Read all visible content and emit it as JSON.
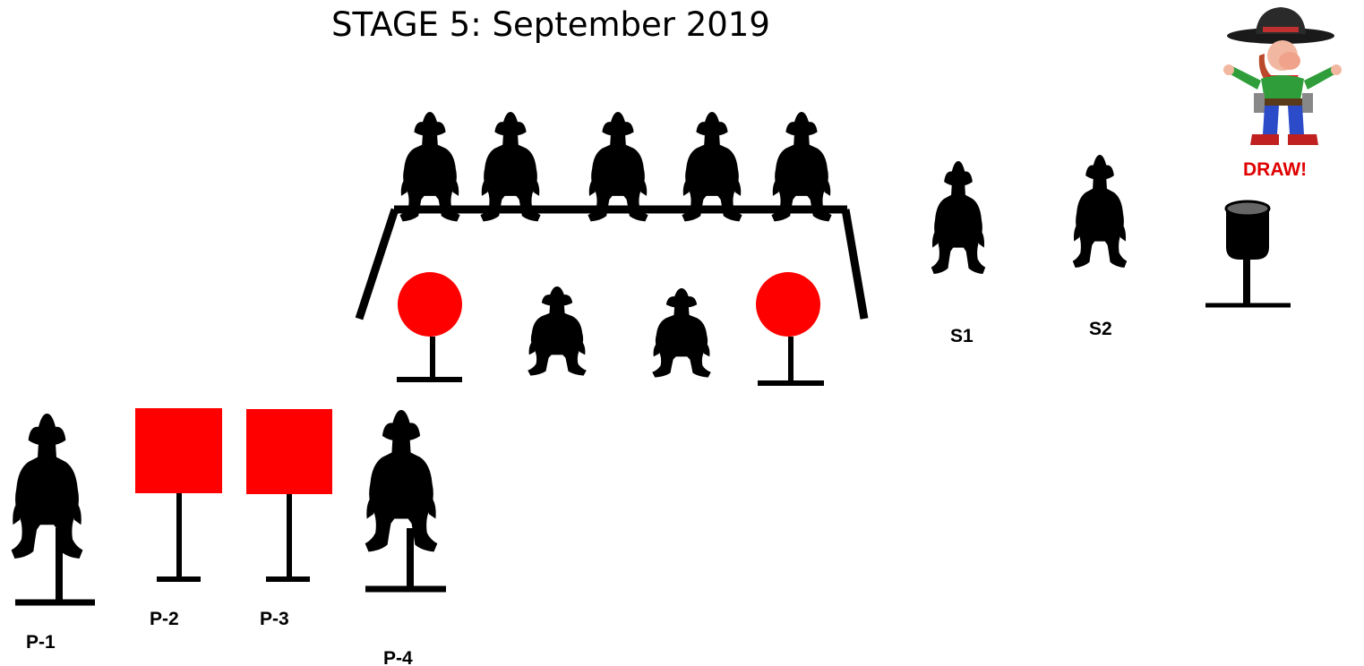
{
  "title": "STAGE 5:  September 2019",
  "draw_label": "DRAW!",
  "labels": {
    "s1": "S1",
    "s2": "S2",
    "p1": "P-1",
    "p2": "P-2",
    "p3": "P-3",
    "p4": "P-4"
  },
  "colors": {
    "target_red": "#ff0000",
    "silhouette": "#000000"
  },
  "icons": {
    "cowboy_silhouette": "cowboy-target-icon",
    "gunslinger_mascot": "gunslinger-cartoon-icon",
    "shotgun_knockdown": "knockdown-target-icon"
  }
}
